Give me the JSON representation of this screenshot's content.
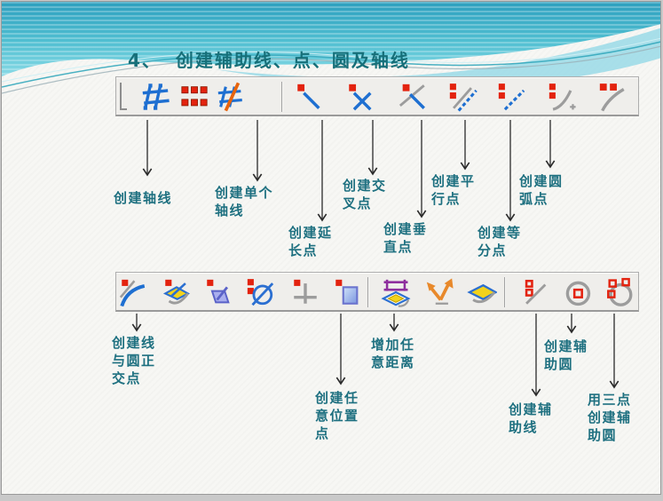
{
  "colors": {
    "title": "#166F79",
    "label": "#1E7080",
    "red": "#E3230F",
    "blue": "#1E6FD1",
    "orange": "#E8640C",
    "gray": "#9C9C9C",
    "purple": "#8E2F9E",
    "yellow": "#F2D21C",
    "band-teal": "#3FB4C8",
    "band-light": "#9EDCE8"
  },
  "title": {
    "number": "4、",
    "text": "创建辅助线、点、圆及轴线"
  },
  "toolbar_top": {
    "buttons": [
      {
        "icon": "create-axes-grid-icon"
      },
      {
        "icon": "create-single-axis-icon"
      },
      {
        "icon": "create-axis-slash-icon"
      },
      {
        "icon": "create-extension-point-icon"
      },
      {
        "icon": "create-intersection-point-icon"
      },
      {
        "icon": "create-perpendicular-point-icon"
      },
      {
        "icon": "create-parallel-point-icon"
      },
      {
        "icon": "create-division-point-icon"
      },
      {
        "icon": "create-arc-point-icon"
      },
      {
        "icon": "create-arc-point-alt-icon"
      }
    ]
  },
  "toolbar_bottom": {
    "buttons": [
      {
        "icon": "create-line-circle-orthogonal-icon"
      },
      {
        "icon": "create-point-on-plane-icon"
      },
      {
        "icon": "create-point-on-face-icon"
      },
      {
        "icon": "create-no-intersection-icon"
      },
      {
        "icon": "create-perpendicular-foot-icon"
      },
      {
        "icon": "create-arbitrary-point-icon"
      },
      {
        "icon": "add-distance-icon"
      },
      {
        "icon": "measure-angle-icon"
      },
      {
        "icon": "create-plane-diamond-icon"
      },
      {
        "icon": "create-aux-line-icon"
      },
      {
        "icon": "create-aux-circle-icon"
      },
      {
        "icon": "create-aux-circle-3pt-icon"
      }
    ]
  },
  "callouts_top": [
    {
      "label": "创建轴线"
    },
    {
      "label": "创建单个\n轴线"
    },
    {
      "label": "创建延\n长点"
    },
    {
      "label": "创建交\n叉点"
    },
    {
      "label": "创建垂\n直点"
    },
    {
      "label": "创建平\n行点"
    },
    {
      "label": "创建等\n分点"
    },
    {
      "label": "创建圆\n弧点"
    }
  ],
  "callouts_bottom": [
    {
      "label": "创建线\n与圆正\n交点"
    },
    {
      "label": "创建任\n意位置\n点"
    },
    {
      "label": "增加任\n意距离"
    },
    {
      "label": "创建辅\n助线"
    },
    {
      "label": "创建辅\n助圆"
    },
    {
      "label": "用三点\n创建辅\n助圆"
    }
  ]
}
